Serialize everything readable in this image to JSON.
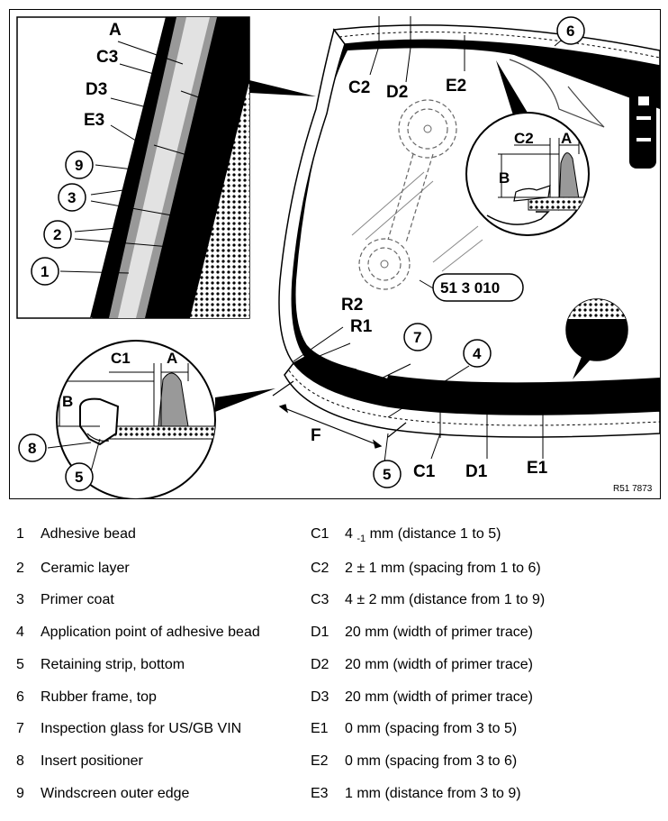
{
  "figure": {
    "reference": "R51 7873",
    "part_number": "51 3 010",
    "callouts": {
      "A_inset": "A",
      "C3": "C3",
      "D3": "D3",
      "E3": "E3",
      "n9": "9",
      "n3": "3",
      "n2": "2",
      "n1": "1",
      "C2": "C2",
      "D2": "D2",
      "E2": "E2",
      "n6": "6",
      "A_top": "A",
      "C2_top": "C2",
      "B_top": "B",
      "R2": "R2",
      "R1": "R1",
      "n7": "7",
      "n4": "4",
      "C1_bottom": "C1",
      "A_bottom": "A",
      "B_bottom": "B",
      "n8": "8",
      "n5_inset": "5",
      "F": "F",
      "n5": "5",
      "C1": "C1",
      "D1": "D1",
      "E1": "E1"
    }
  },
  "legend": {
    "left": [
      {
        "num": "1",
        "text": "Adhesive bead"
      },
      {
        "num": "2",
        "text": "Ceramic layer"
      },
      {
        "num": "3",
        "text": "Primer coat"
      },
      {
        "num": "4",
        "text": "Application point of adhesive bead"
      },
      {
        "num": "5",
        "text": "Retaining strip, bottom"
      },
      {
        "num": "6",
        "text": "Rubber frame, top"
      },
      {
        "num": "7",
        "text": "Inspection glass for US/GB VIN"
      },
      {
        "num": "8",
        "text": "Insert positioner"
      },
      {
        "num": "9",
        "text": "Windscreen outer edge"
      }
    ],
    "right": [
      {
        "code": "C1",
        "value": "4",
        "sub": "-1",
        "text": " mm (distance 1 to 5)"
      },
      {
        "code": "C2",
        "value": "2 ± 1 mm (spacing from 1 to 6)"
      },
      {
        "code": "C3",
        "value": "4 ± 2 mm (distance from 1 to 9)"
      },
      {
        "code": "D1",
        "value": "20 mm (width of primer trace)"
      },
      {
        "code": "D2",
        "value": "20 mm (width of primer trace)"
      },
      {
        "code": "D3",
        "value": "20 mm (width of primer trace)"
      },
      {
        "code": "E1",
        "value": "0 mm (spacing from 3 to 5)"
      },
      {
        "code": "E2",
        "value": "0 mm (spacing from 3 to 6)"
      },
      {
        "code": "E3",
        "value": "1 mm (distance from 3 to 9)"
      }
    ]
  }
}
